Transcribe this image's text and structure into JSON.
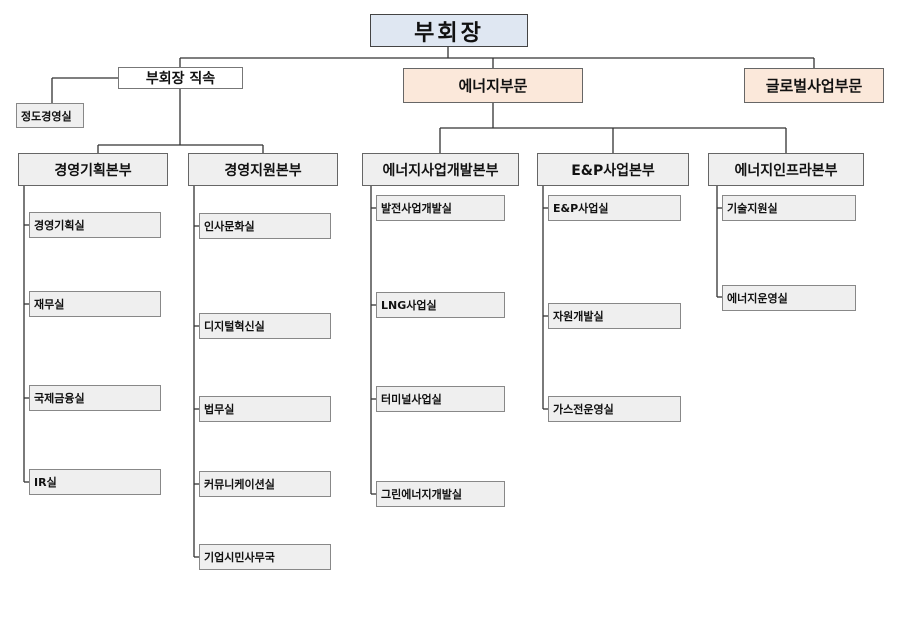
{
  "top": "부회장",
  "direct": {
    "title": "부회장 직속",
    "child": "정도경영실"
  },
  "divisions": [
    "에너지부문",
    "글로벌사업부문"
  ],
  "hq": [
    {
      "title": "경영기획본부",
      "items": [
        "경영기획실",
        "재무실",
        "국제금융실",
        "IR실"
      ]
    },
    {
      "title": "경영지원본부",
      "items": [
        "인사문화실",
        "디지털혁신실",
        "법무실",
        "커뮤니케이션실",
        "기업시민사무국"
      ]
    },
    {
      "title": "에너지사업개발본부",
      "items": [
        "발전사업개발실",
        "LNG사업실",
        "터미널사업실",
        "그린에너지개발실"
      ]
    },
    {
      "title": "E&P사업본부",
      "items": [
        "E&P사업실",
        "자원개발실",
        "가스전운영실"
      ]
    },
    {
      "title": "에너지인프라본부",
      "items": [
        "기술지원실",
        "에너지운영실"
      ]
    }
  ]
}
